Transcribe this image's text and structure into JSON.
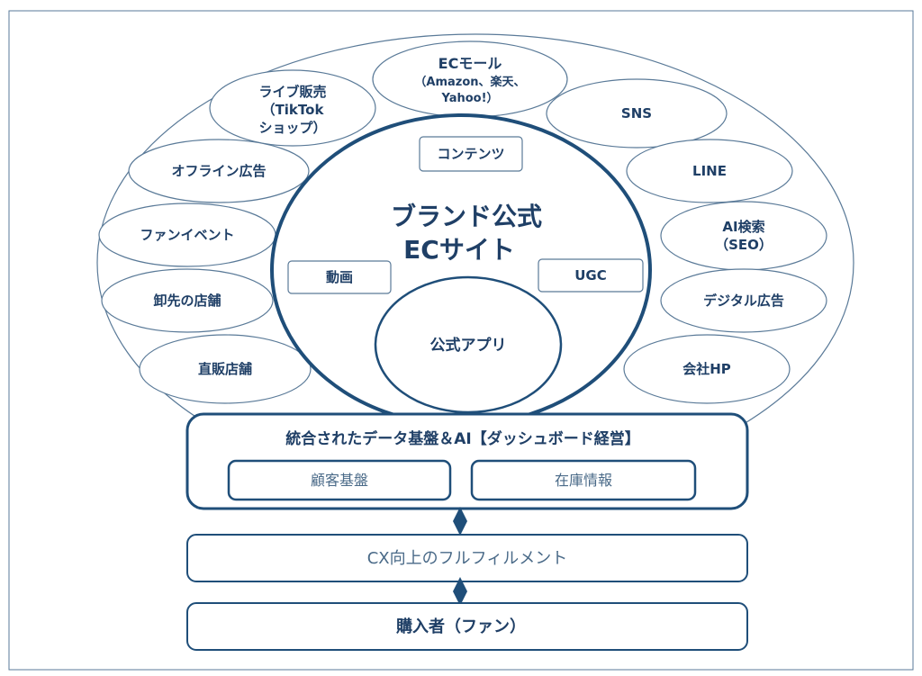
{
  "colors": {
    "navy": "#1f4e79",
    "text": "#1f3f66",
    "light": "#4a6a88",
    "thin": "#5a7a98"
  },
  "channels": {
    "ec_mall": [
      "ECモール",
      "（Amazon、楽天、",
      "Yahoo!）"
    ],
    "live": [
      "ライブ販売",
      "（TikTok",
      "ショップ）"
    ],
    "sns": "SNS",
    "offline_ad": "オフライン広告",
    "line": "LINE",
    "fan_event": "ファンイベント",
    "ai_search": [
      "AI検索",
      "（SEO）"
    ],
    "wholesale": "卸先の店舗",
    "digital_ad": "デジタル広告",
    "direct_store": "直販店舗",
    "corporate_hp": "会社HP"
  },
  "center": {
    "title": [
      "ブランド公式",
      "ECサイト"
    ],
    "content": "コンテンツ",
    "video": "動画",
    "ugc": "UGC",
    "app": "公式アプリ"
  },
  "data_platform": {
    "title": "統合されたデータ基盤＆AI【ダッシュボード経営】",
    "customer": "顧客基盤",
    "inventory": "在庫情報"
  },
  "fulfillment": "CX向上のフルフィルメント",
  "buyer": "購入者（ファン）"
}
